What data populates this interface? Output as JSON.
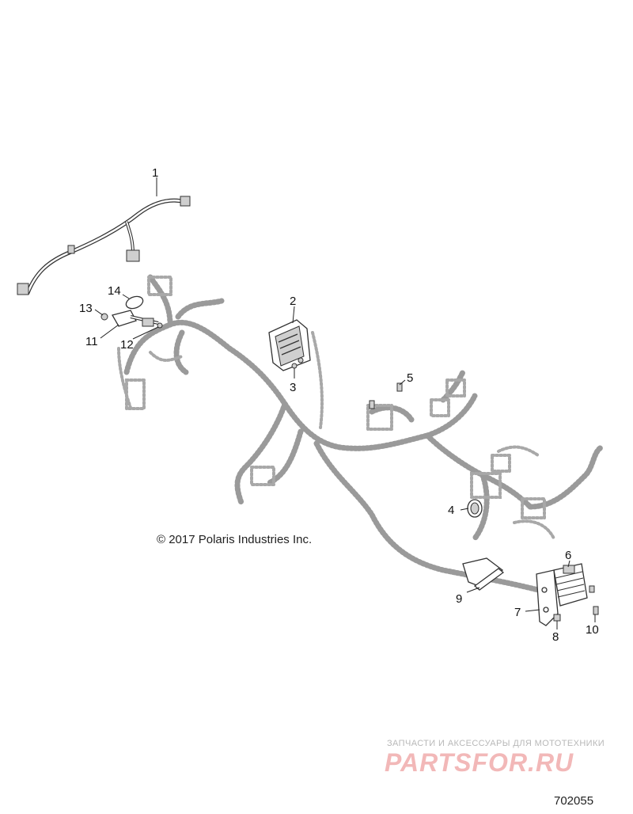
{
  "callouts": [
    "1",
    "2",
    "3",
    "4",
    "5",
    "6",
    "7",
    "8",
    "9",
    "10",
    "11",
    "12",
    "13",
    "14"
  ],
  "copyright": "© 2017 Polaris Industries Inc.",
  "watermark": {
    "tagline": "ЗАПЧАСТИ И АКСЕССУАРЫ ДЛЯ МОТОТЕХНИКИ",
    "logo": "PARTSFOR.RU"
  },
  "diagram_id": "702055",
  "colors": {
    "line": "#222222",
    "ghost": "#9a9a9a",
    "watermark_logo": "#f2b8b8",
    "watermark_tagline": "#b8b8b8"
  }
}
